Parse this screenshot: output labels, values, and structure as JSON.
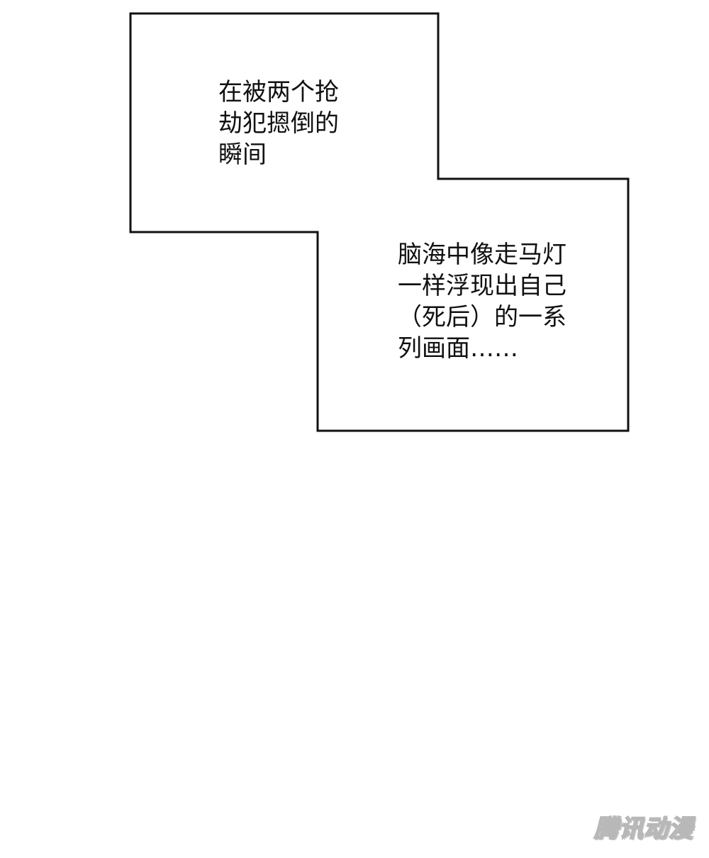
{
  "captions": [
    {
      "lines": [
        "在被两个抢",
        "劫犯摁倒的",
        "瞬间"
      ]
    },
    {
      "lines": [
        "脑海中像走马灯",
        "一样浮现出自己",
        "（死后）的一系",
        "列画面……"
      ]
    }
  ],
  "watermark": {
    "text": "腾讯动漫"
  },
  "colors": {
    "border": "#111111",
    "background": "#ffffff",
    "text": "#111111"
  }
}
